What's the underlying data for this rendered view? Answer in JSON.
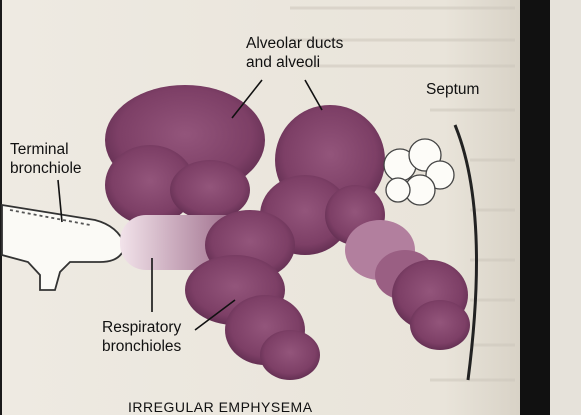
{
  "labels": {
    "alveolar": [
      "Alveolar ducts",
      "and alveoli"
    ],
    "septum": "Septum",
    "terminal": [
      "Terminal",
      "bronchiole"
    ],
    "respiratory": [
      "Respiratory",
      "bronchioles"
    ],
    "caption": "IRREGULAR EMPHYSEMA"
  },
  "colors": {
    "tissue": "#7d3f66",
    "tissue_dark": "#5b2a4c",
    "tissue_light": "#e7d4de",
    "page": "#f1ede5",
    "text": "#111111"
  }
}
